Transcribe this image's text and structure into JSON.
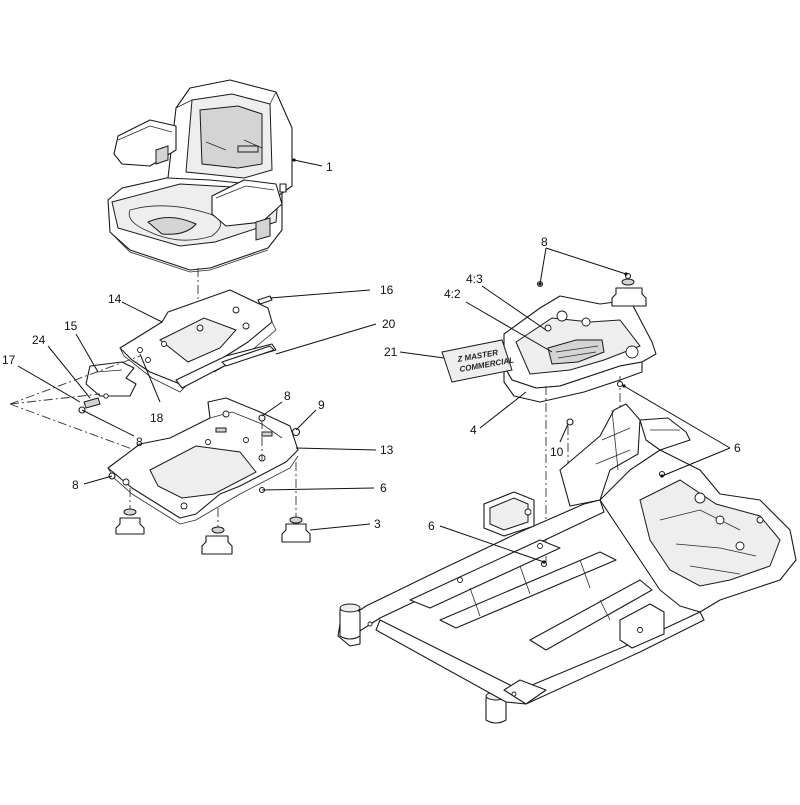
{
  "callouts": {
    "c1": "1",
    "c3": "3",
    "c4": "4",
    "c4_2": "4:2",
    "c4_3": "4:3",
    "c6a": "6",
    "c6b": "6",
    "c6c": "6",
    "c8a": "8",
    "c8b": "8",
    "c8c": "8",
    "c8d": "8",
    "c9": "9",
    "c10": "10",
    "c13": "13",
    "c14": "14",
    "c15": "15",
    "c16": "16",
    "c17": "17",
    "c18": "18",
    "c20": "20",
    "c21": "21",
    "c24": "24"
  },
  "decal": {
    "line1": "Z MASTER",
    "line2": "COMMERCIAL"
  },
  "colors": {
    "line": "#1a1a1a",
    "background": "#ffffff",
    "shade": "#d4d4d4"
  }
}
